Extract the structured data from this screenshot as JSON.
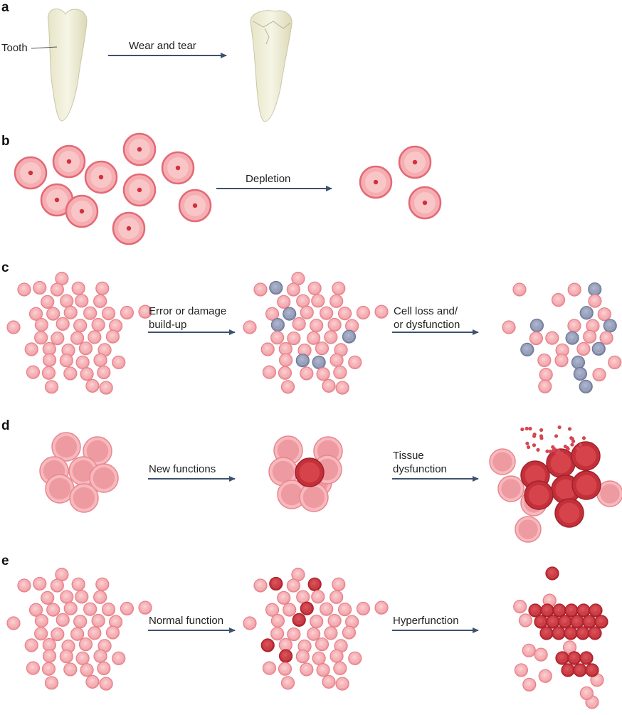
{
  "panels": {
    "a": {
      "letter": "a",
      "tooth_label": "Tooth",
      "arrow_label": "Wear and tear"
    },
    "b": {
      "letter": "b",
      "arrow_label": "Depletion"
    },
    "c": {
      "letter": "c",
      "arrow1_label": [
        "Error or damage",
        "build-up"
      ],
      "arrow2_label": [
        "Cell loss and/",
        "or dysfunction"
      ]
    },
    "d": {
      "letter": "d",
      "arrow1_label": [
        "New functions"
      ],
      "arrow2_label": [
        "Tissue",
        "dysfunction"
      ]
    },
    "e": {
      "letter": "e",
      "arrow1_label": [
        "Normal function"
      ],
      "arrow2_label": [
        "Hyperfunction"
      ]
    }
  },
  "colors": {
    "cell_fill": "#f2a3a8",
    "cell_stroke": "#e58089",
    "damaged_cell": "#8e97b3",
    "dark_red_cell": "#c8363f",
    "arrow": "#3e5170",
    "tooth": "#ecebd3"
  }
}
